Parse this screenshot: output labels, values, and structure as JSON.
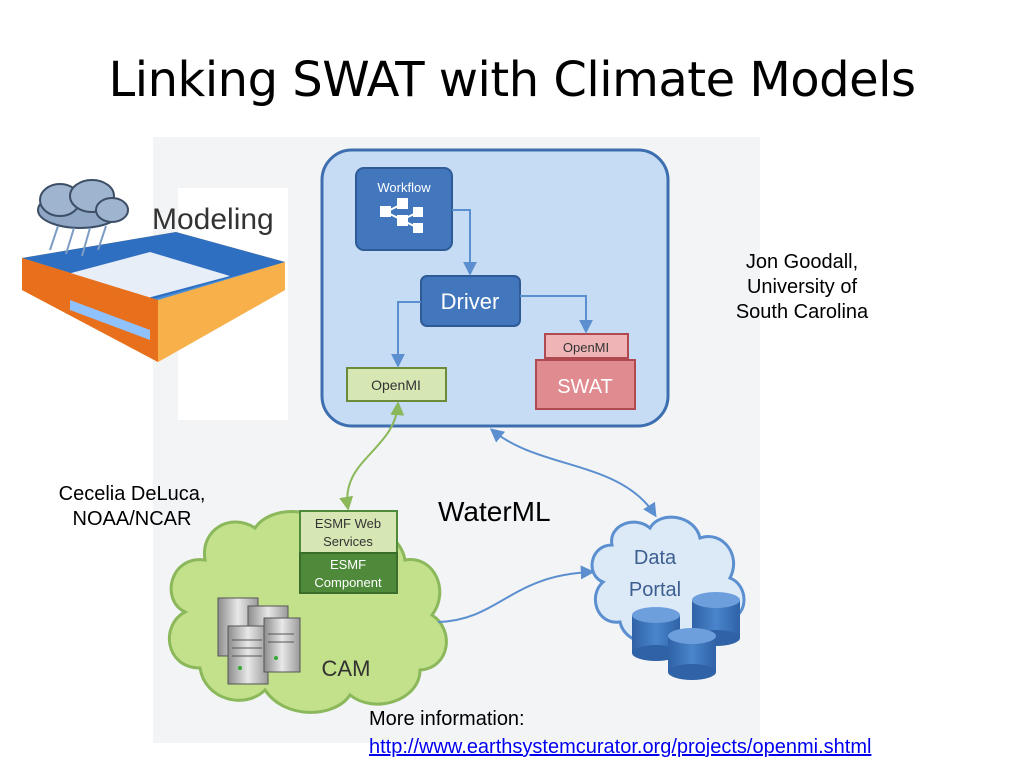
{
  "slide": {
    "title": "Linking SWAT with Climate Models"
  },
  "diagram": {
    "modeling_label": "Modeling",
    "workflow_label": "Workflow",
    "driver_label": "Driver",
    "openmi_left_label": "OpenMI",
    "openmi_swat_label": "OpenMI",
    "swat_label": "SWAT",
    "esmf_web_services_line1": "ESMF Web",
    "esmf_web_services_line2": "Services",
    "esmf_component_line1": "ESMF",
    "esmf_component_line2": "Component",
    "cam_label": "CAM",
    "data_portal_line1": "Data",
    "data_portal_line2": "Portal",
    "waterml_label": "WaterML",
    "colors": {
      "panel_blue": "#c6dcf5",
      "panel_border": "#3d6eb0",
      "box_blue": "#4277bd",
      "openmi_green": "#d7e7b4",
      "swat_red": "#e08b8f",
      "cloud_green": "#c3e08a",
      "esmf_dark_green": "#4f8a3a",
      "data_portal_blue": "#dce9f7",
      "cylinder_blue": "#3d73b8"
    }
  },
  "credits": {
    "goodall_line1": "Jon Goodall,",
    "goodall_line2": "University of",
    "goodall_line3": "South Carolina",
    "deluca_line1": "Cecelia DeLuca,",
    "deluca_line2": "NOAA/NCAR"
  },
  "more_info": {
    "label": "More information:",
    "link": "http://www.earthsystemcurator.org/projects/openmi.shtml"
  }
}
